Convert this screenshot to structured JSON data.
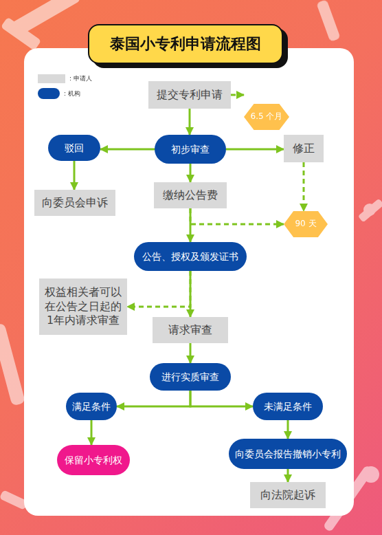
{
  "diagram": {
    "title": "泰国小专利申请流程图",
    "nodes": [
      {
        "text": [
          "提交专利申请"
        ]
      },
      {
        "text": [
          "6.5 个月"
        ]
      },
      {
        "text": [
          "驳回"
        ]
      },
      {
        "text": [
          "初步审查"
        ]
      },
      {
        "text": [
          "修正"
        ]
      },
      {
        "text": [
          "向委员会申诉"
        ]
      },
      {
        "text": [
          "缴纳公告费"
        ]
      },
      {
        "text": [
          "90 天"
        ]
      },
      {
        "text": [
          "公告、授权及颁发证书"
        ]
      },
      {
        "text": [
          "权益相关者可以在公告之日起的1年内请求审查"
        ]
      },
      {
        "text": [
          "请求审查"
        ]
      },
      {
        "text": [
          "进行实质审查"
        ]
      },
      {
        "text": [
          "满足条件"
        ]
      },
      {
        "text": [
          "未满足条件"
        ]
      },
      {
        "text": [
          "保留小专利权"
        ]
      },
      {
        "text": [
          "向委员会报告撤销小专利"
        ]
      },
      {
        "text": [
          "向法院起诉"
        ]
      }
    ],
    "edges": [
      {
        "from": 0,
        "to": 3,
        "arrow": "to"
      },
      {
        "from": 0,
        "to": 1,
        "arrow": "to"
      },
      {
        "from": 3,
        "to": 2,
        "arrow": "to"
      },
      {
        "from": 3,
        "to": 4,
        "arrow": "to"
      },
      {
        "from": 3,
        "to": 6,
        "arrow": "to"
      },
      {
        "from": 2,
        "to": 5,
        "arrow": "to"
      },
      {
        "from": 4,
        "to": 7,
        "arrow": "to"
      },
      {
        "from": 6,
        "to": 8,
        "arrow": "to"
      },
      {
        "from": 6,
        "to": 7,
        "arrow": "to"
      },
      {
        "from": 8,
        "to": 10,
        "arrow": "to"
      },
      {
        "from": 8,
        "to": 9,
        "arrow": "to"
      },
      {
        "from": 10,
        "to": 11,
        "arrow": "to"
      },
      {
        "from": 11,
        "to": 12,
        "arrow": "to"
      },
      {
        "from": 11,
        "to": 13,
        "arrow": "to"
      },
      {
        "from": 12,
        "to": 14,
        "arrow": "to"
      },
      {
        "from": 13,
        "to": 15,
        "arrow": "to"
      },
      {
        "from": 15,
        "to": 16,
        "arrow": "to"
      }
    ],
    "legend": [
      {
        "text": ": 申请人",
        "color": "#d9d9d9"
      },
      {
        "text": ": 机构",
        "color": "#0a4aa6"
      }
    ]
  }
}
